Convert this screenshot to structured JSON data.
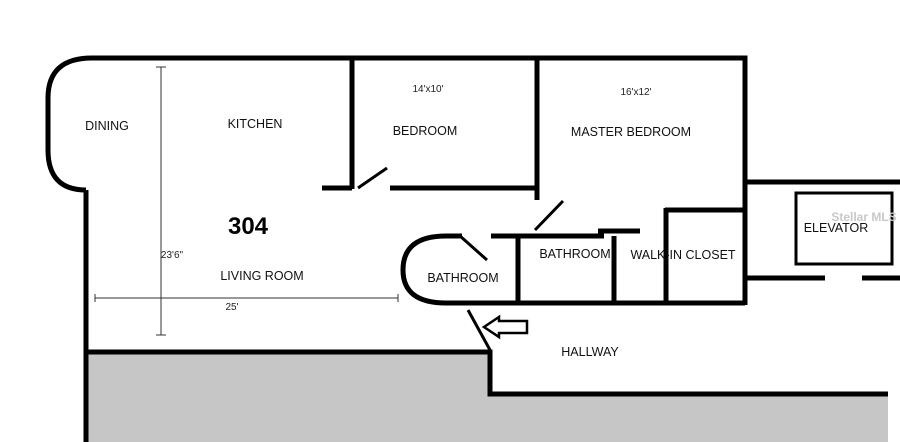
{
  "unit_number": "304",
  "rooms": {
    "dining": "DINING",
    "kitchen": "KITCHEN",
    "bedroom": "BEDROOM",
    "master_bedroom": "MASTER BEDROOM",
    "living_room": "LIVING ROOM",
    "bathroom_1": "BATHROOM",
    "bathroom_2": "BATHROOM",
    "walk_in_closet": "WALK-IN CLOSET",
    "elevator": "ELEVATOR",
    "hallway": "HALLWAY"
  },
  "dimensions": {
    "bedroom": "14'x10'",
    "master_bedroom": "16'x12'",
    "living_height": "23'6\"",
    "living_width": "25'"
  },
  "watermark": "Stellar MLS",
  "colors": {
    "wall": "#000000",
    "shaded_area": "#c6c6c6",
    "background": "#ffffff"
  }
}
